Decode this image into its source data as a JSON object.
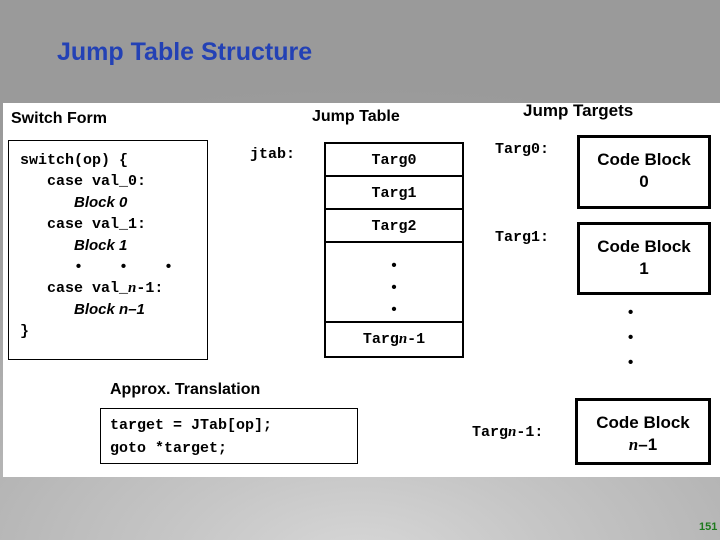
{
  "slide": {
    "title": "Jump Table Structure",
    "page_number": "151",
    "title_color": "#2341b5",
    "page_number_color": "#1e7a1e",
    "background": "gray-gradient"
  },
  "headers": {
    "switch_form": "Switch Form",
    "jump_table": "Jump Table",
    "jump_targets": "Jump Targets",
    "approx_translation": "Approx. Translation"
  },
  "switch_form": {
    "lines": [
      "switch(op) {",
      "   case val_0:",
      "      Block 0",
      "   case val_1:",
      "      Block 1",
      "      •  •  •",
      "   case val_n-1:",
      "      Block n–1",
      "}"
    ],
    "line1": "switch(op) {",
    "line2": "   case val_0:",
    "block0_indent": "      ",
    "block0_word": "Block",
    "block0_num": " 0",
    "line4": "   case val_1:",
    "block1_indent": "      ",
    "block1_word": "Block",
    "block1_num": " 1",
    "dots": "•  •  •",
    "case_n_pre": "   case val_",
    "case_n_var": "n",
    "case_n_post": "-1:",
    "blockn_indent": "      ",
    "blockn_word": "Block",
    "blockn_var": " n",
    "blockn_post": "–1",
    "closing_brace": "}"
  },
  "jump_table": {
    "pointer_label": "jtab:",
    "cells": [
      "Targ0",
      "Targ1",
      "Targ2"
    ],
    "gap_dots": [
      "•",
      "•",
      "•"
    ],
    "last_cell_pre": "Targ",
    "last_cell_var": "n",
    "last_cell_post": "-1"
  },
  "approx_translation": {
    "lines": [
      "target = JTab[op];",
      "goto *target;"
    ],
    "code": "target = JTab[op];\ngoto *target;"
  },
  "jump_targets": {
    "labels": {
      "targ0": "Targ0:",
      "targ1": "Targ1:",
      "targn_pre": "Targ",
      "targn_var": "n",
      "targn_post": "-1:"
    },
    "blocks": [
      {
        "title": "Code Block",
        "sub": "0"
      },
      {
        "title": "Code Block",
        "sub": "1"
      }
    ],
    "last_block": {
      "title": "Code Block",
      "sub_var": "n",
      "sub_post": "–1"
    },
    "dots": [
      "•",
      "•",
      "•"
    ]
  }
}
